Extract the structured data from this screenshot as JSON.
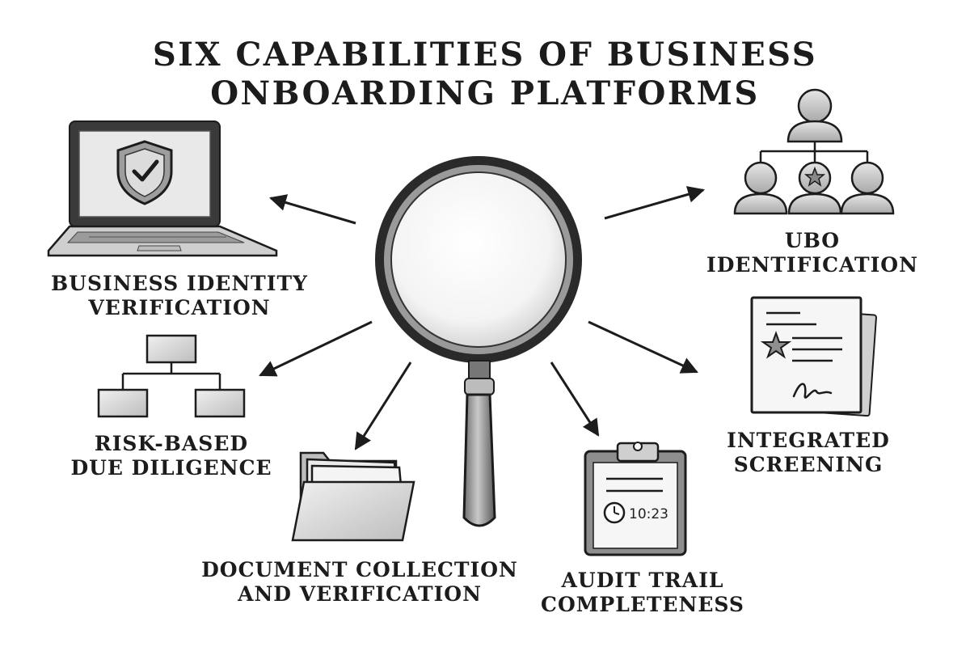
{
  "title": {
    "line1": "SIX CAPABILITIES OF BUSINESS",
    "line2": "ONBOARDING PLATFORMS"
  },
  "capabilities": [
    {
      "line1": "BUSINESS IDENTITY",
      "line2": "VERIFICATION",
      "icon": "shield-laptop-icon"
    },
    {
      "line1": "UBO",
      "line2": "IDENTIFICATION",
      "icon": "ownership-tree-icon"
    },
    {
      "line1": "RISK-BASED",
      "line2": "DUE DILIGENCE",
      "icon": "org-chart-icon"
    },
    {
      "line1": "INTEGRATED",
      "line2": "SCREENING",
      "icon": "document-icon"
    },
    {
      "line1": "DOCUMENT COLLECTION",
      "line2": "AND VERIFICATION",
      "icon": "folder-icon"
    },
    {
      "line1": "AUDIT TRAIL",
      "line2": "COMPLETENESS",
      "icon": "clipboard-icon"
    }
  ],
  "clipboard_time": "10:23",
  "colors": {
    "ink": "#1c1c1c",
    "shade": "#d9d9d9",
    "light": "#f1f1f1"
  }
}
